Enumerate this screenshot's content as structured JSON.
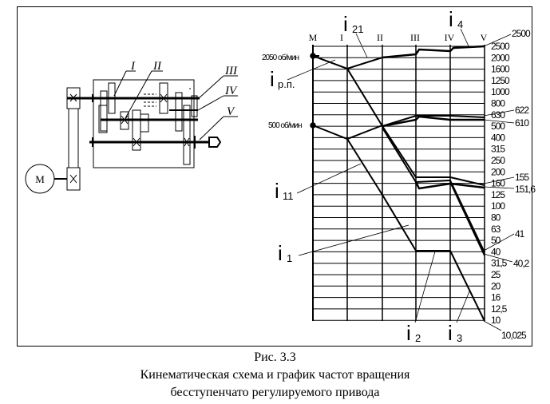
{
  "caption": {
    "figure": "Рис. 3.3",
    "line1": "Кинематическая схема и график частот вращения",
    "line2": "бесступенчато регулируемого привода"
  },
  "kinematic": {
    "motor": "М",
    "shafts": [
      "I",
      "II",
      "III",
      "IV",
      "V"
    ]
  },
  "graph": {
    "shaft_labels": [
      "М",
      "I",
      "II",
      "III",
      "IV",
      "V"
    ],
    "speed_ticks": [
      "2500",
      "2000",
      "1600",
      "1250",
      "1000",
      "800",
      "630",
      "500",
      "400",
      "315",
      "250",
      "200",
      "160",
      "125",
      "100",
      "80",
      "63",
      "50",
      "40",
      "31,5",
      "25",
      "20",
      "16",
      "12,5",
      "10"
    ],
    "input_speeds": [
      "2050 об/мин",
      "500 об/мин"
    ],
    "right_labels": [
      "2500",
      "622",
      "610",
      "155",
      "151,6",
      "41",
      "40,2",
      "10,025"
    ],
    "ratio_labels": [
      {
        "main": "i",
        "sub": "21"
      },
      {
        "main": "i",
        "sub": "4"
      },
      {
        "main": "i",
        "sub": "р.п."
      },
      {
        "main": "i",
        "sub": "11"
      },
      {
        "main": "i",
        "sub": "1"
      },
      {
        "main": "i",
        "sub": "2"
      },
      {
        "main": "i",
        "sub": "3"
      }
    ]
  }
}
